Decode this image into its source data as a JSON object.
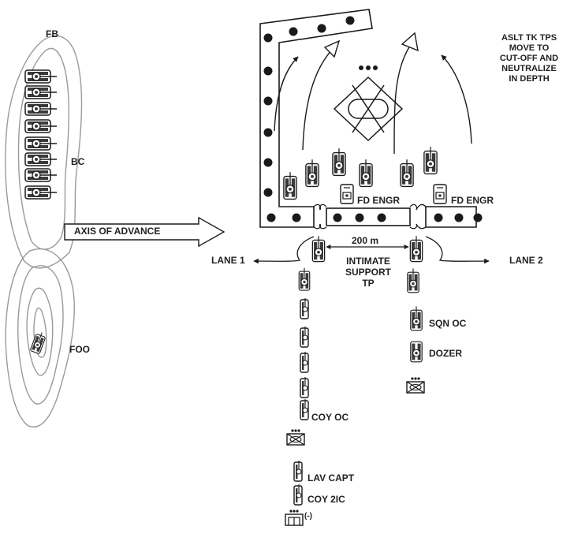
{
  "labels": {
    "fb": "FB",
    "bc": "BC",
    "foo": "FOO",
    "axis_of_advance": "AXIS OF ADVANCE",
    "aslt_line1": "ASLT TK TPS",
    "aslt_line2": "MOVE TO",
    "aslt_line3": "CUT-OFF AND",
    "aslt_line4": "NEUTRALIZE",
    "aslt_line5": "IN DEPTH",
    "fd_engr_left": "FD ENGR",
    "fd_engr_right": "FD ENGR",
    "lane1": "LANE 1",
    "lane2": "LANE 2",
    "distance": "200 m",
    "intimate_line1": "INTIMATE",
    "intimate_line2": "SUPPORT",
    "intimate_line3": "TP",
    "sqn_oc": "SQN OC",
    "dozer": "DOZER",
    "coy_oc": "COY OC",
    "lav_capt": "LAV CAPT",
    "coy_2ic": "COY 2IC",
    "minus": "(-)"
  },
  "colors": {
    "ink": "#1a1a1a",
    "contour": "#9a9a9a",
    "vehicle_fill": "#3a3a3a"
  },
  "icons": {
    "tank": "tank-icon",
    "lav": "lav-icon",
    "engineer": "engineer-vehicle-icon",
    "platoon": "infantry-platoon-symbol-icon",
    "objective": "enemy-position-icon"
  }
}
